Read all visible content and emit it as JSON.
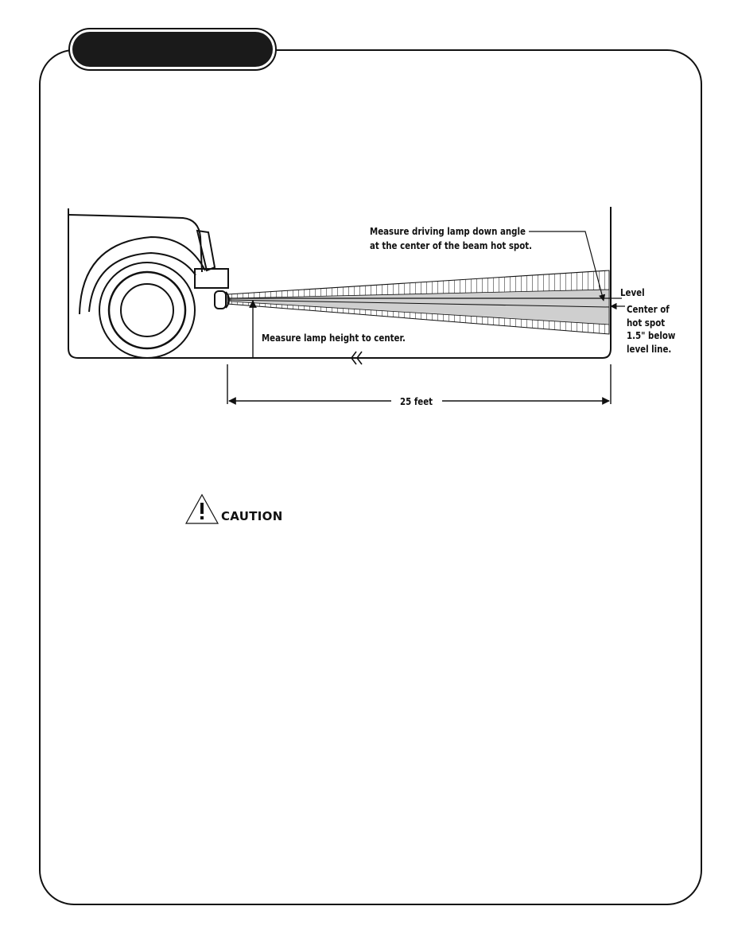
{
  "diagram": {
    "down_angle_line1": "Measure driving lamp down angle",
    "down_angle_line2": "at the center of the beam hot spot.",
    "lamp_height": "Measure lamp height to center.",
    "level": "Level",
    "hot_spot_1": "Center of",
    "hot_spot_2": "hot spot",
    "hot_spot_3": "1.5\" below",
    "hot_spot_4": "level line.",
    "distance": "25 feet"
  },
  "caution": {
    "label": "CAUTION",
    "icon": "warning-triangle-icon"
  },
  "colors": {
    "ink": "#111111",
    "beam_fill": "#cfcfcf",
    "tab_fill": "#1a1a1a"
  }
}
